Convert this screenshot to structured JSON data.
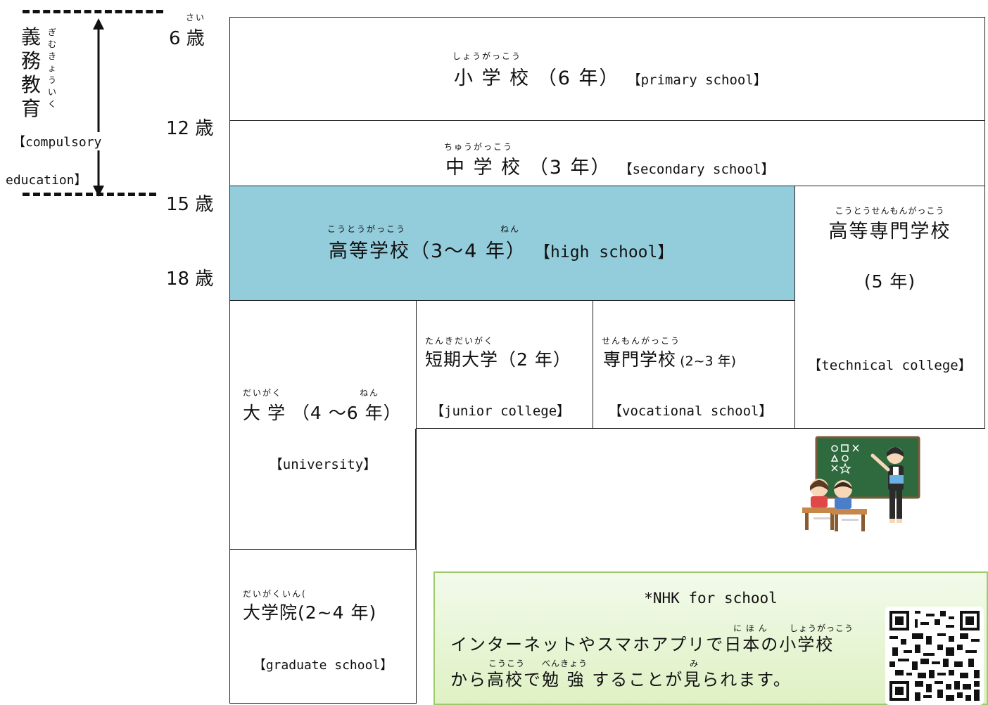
{
  "left": {
    "vertical_label": [
      "義",
      "務",
      "教",
      "育"
    ],
    "ruby_vertical": [
      "ぎ",
      "む",
      "き",
      "ょ",
      "う",
      "い",
      "く"
    ],
    "english_line1": "【compulsory",
    "english_line2": "education】"
  },
  "ages": {
    "ruby": "さい",
    "a6": "6 歳",
    "a12": "12 歳",
    "a15": "15 歳",
    "a18": "18 歳"
  },
  "schools": {
    "primary": {
      "ruby": "しょうがっこう",
      "name": "小 学 校 （6 年）",
      "english": "【primary school】"
    },
    "secondary": {
      "ruby": "ちゅうがっこう",
      "name": "中 学 校 （3 年）",
      "english": "【secondary school】"
    },
    "high": {
      "ruby": "こうとうがっこう",
      "ruby2": "ねん",
      "name": "高等学校（3～4 年）",
      "english": "【high school】"
    },
    "technical": {
      "ruby": "こうとうせんもんがっこう",
      "name": "高等専門学校",
      "years": "(5 年)",
      "english": "【technical college】"
    },
    "junior": {
      "ruby": "たんきだいがく",
      "name": "短期大学（2 年）",
      "english": "【junior college】"
    },
    "vocational": {
      "ruby": "せんもんがっこう",
      "name": "専門学校",
      "years": "(2~3 年)",
      "english": "【vocational school】"
    },
    "university": {
      "ruby": "だいがく",
      "ruby2": "ねん",
      "name": "大 学 （4 ～6 年）",
      "english": "【university】"
    },
    "graduate": {
      "ruby": "だいがくいん(",
      "name": "大学院(2~4 年)",
      "english": "【graduate school】"
    }
  },
  "note": {
    "title": "*NHK for school",
    "line1": "インターネットやスマホアプリで日本の小学校",
    "line1_ruby_a": "に ほ ん",
    "line1_ruby_b": "しょうがっこう",
    "line2": "から高校で勉 強 することが見られます。",
    "line2_ruby_a": "こうこう",
    "line2_ruby_b": "べんきょう",
    "line2_ruby_c": "み"
  },
  "colors": {
    "high_school_fill": "#93cddc",
    "note_fill": "#e4f5c8",
    "note_border": "#9ccc6a"
  }
}
